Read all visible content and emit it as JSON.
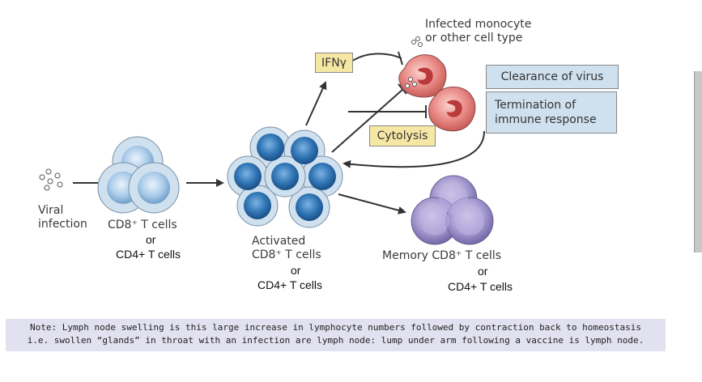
{
  "labels": {
    "infected_cell": "Infected monocyte\nor other cell type",
    "ifng": "IFNγ",
    "cytolysis": "Cytolysis",
    "clearance": "Clearance of virus",
    "termination": "Termination of\nimmune response",
    "viral_infection": "Viral\ninfection",
    "cd8_naive": "CD8⁺ T cells",
    "or1": "or",
    "cd4_naive": "CD4+ T cells",
    "activated": "Activated\nCD8⁺ T cells",
    "or2": "or",
    "cd4_activated": "CD4+ T cells",
    "memory": "Memory CD8⁺ T cells",
    "or3": "or",
    "cd4_memory": "CD4+ T cells"
  },
  "note": {
    "line1": "Note: Lymph node swelling is this large increase in lymphocyte numbers followed by contraction back to homeostasis",
    "line2": "i.e. swollen “glands” in throat with an infection are lymph node: lump under arm following a vaccine is lymph node."
  },
  "colors": {
    "naive_cell": "#a9cbe9",
    "activated_cell": "#2f74b4",
    "memory_cell": "#a69bd0",
    "infected_cell": "#e98a86",
    "yellow_box": "#f6e7a4",
    "blue_box": "#cfe0ee",
    "note_bg": "#e2e1ef"
  }
}
